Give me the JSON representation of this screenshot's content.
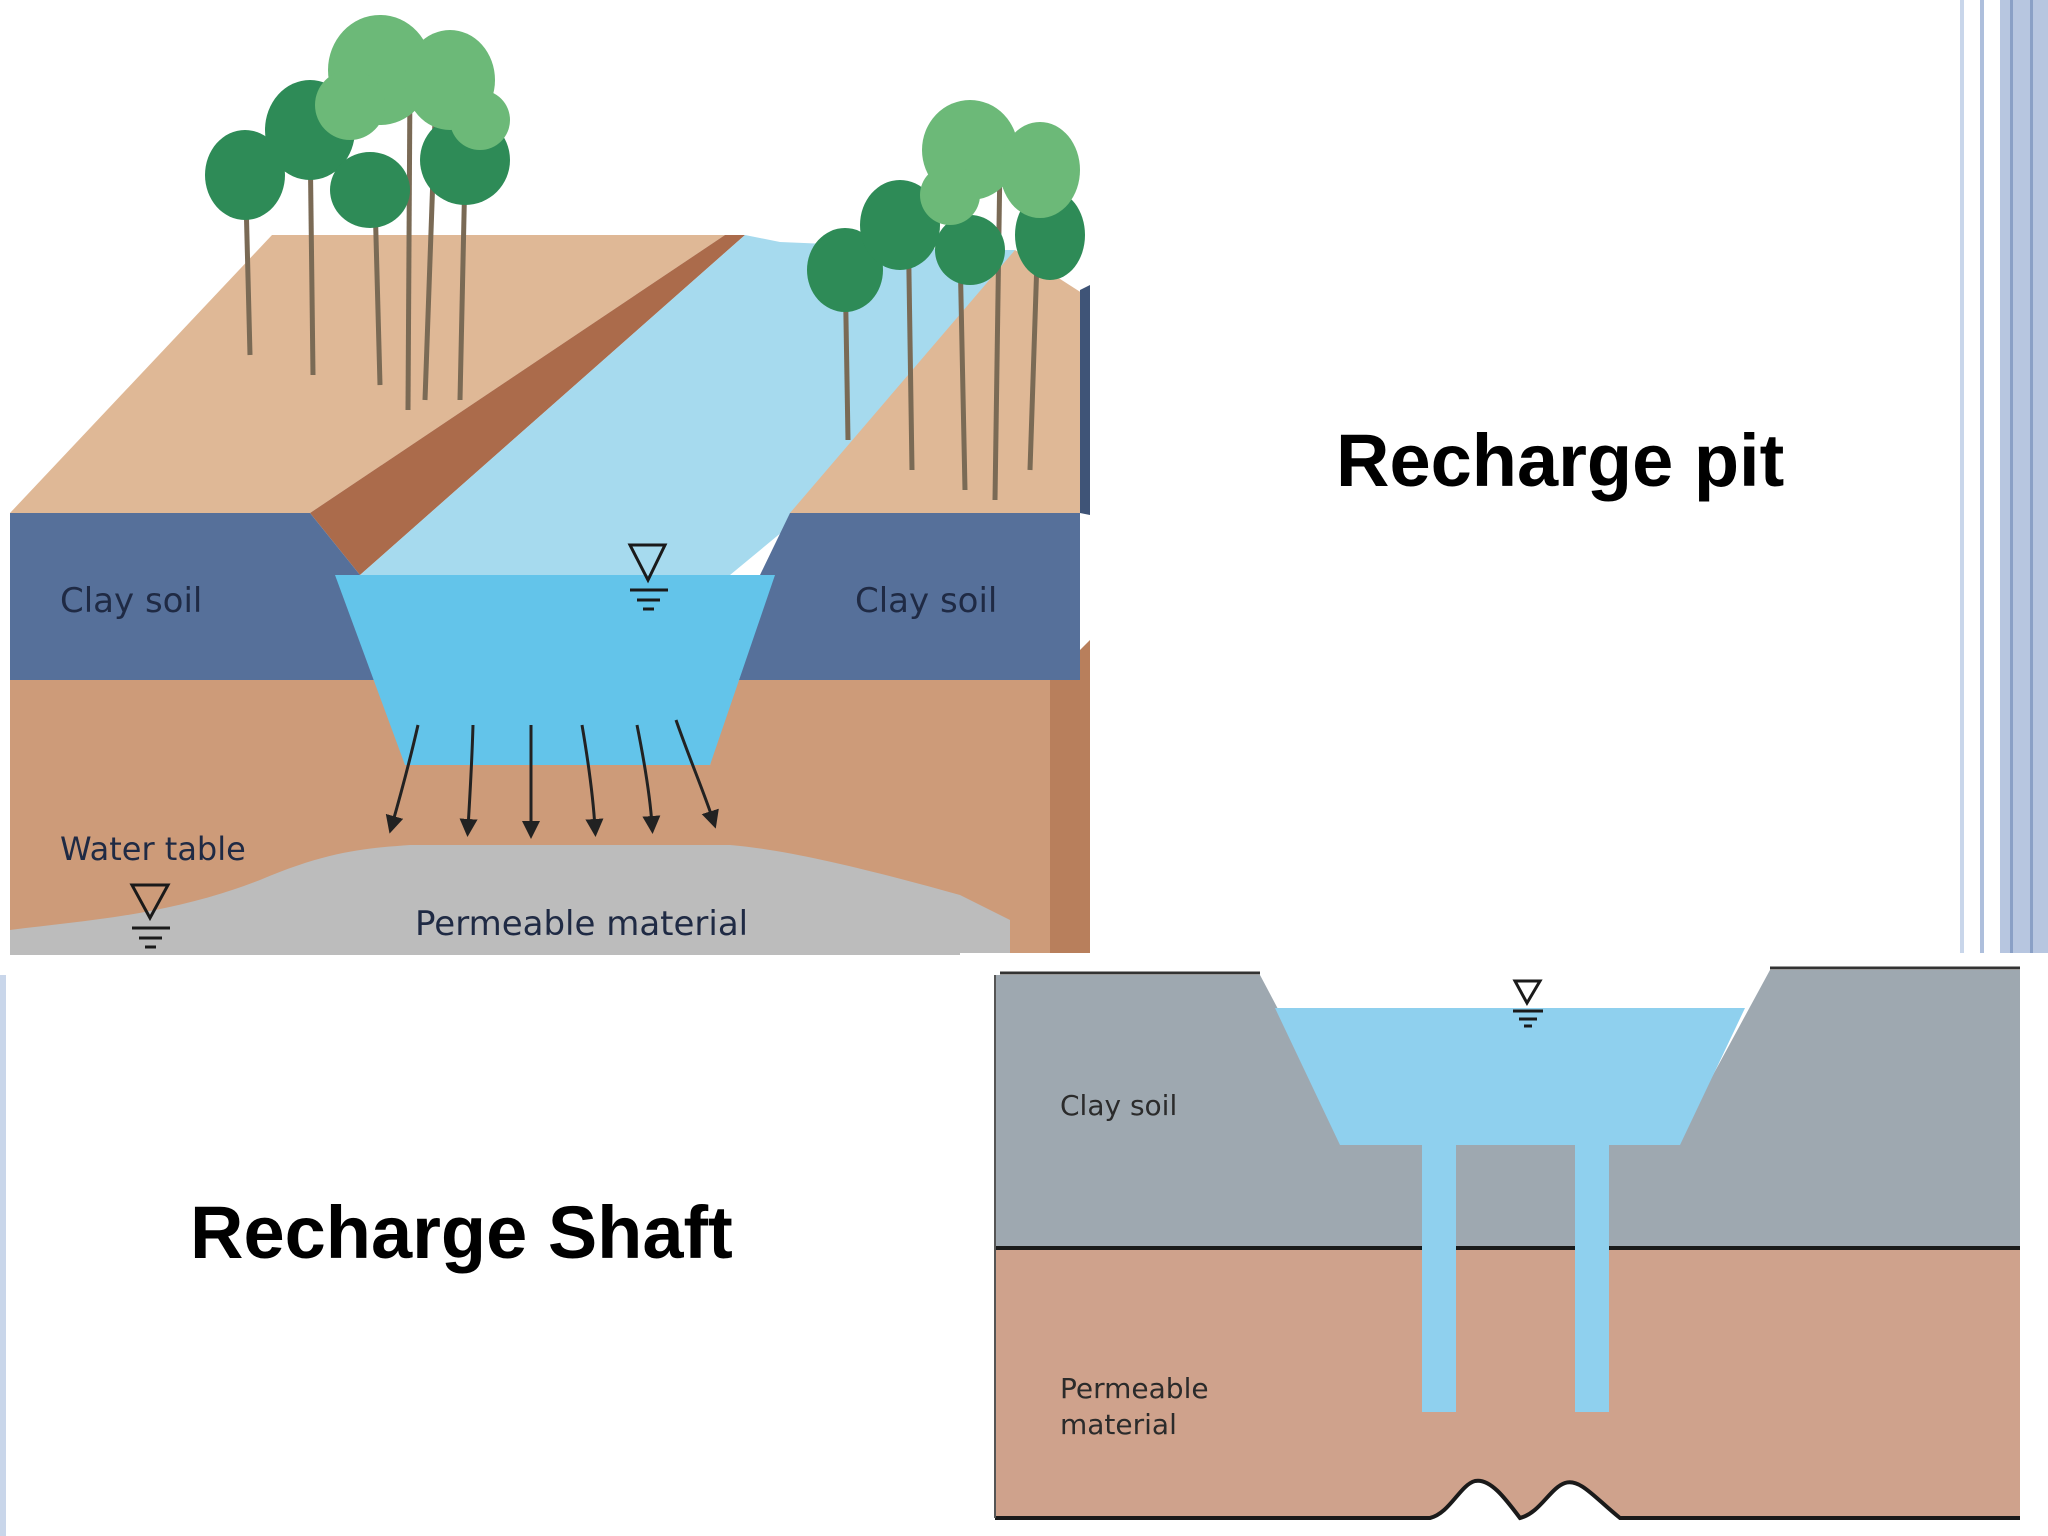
{
  "slide": {
    "title_pit": "Recharge pit",
    "title_shaft": "Recharge Shaft"
  },
  "pit_diagram": {
    "label_clay_left": "Clay soil",
    "label_clay_right": "Clay soil",
    "label_water_table": "Water table",
    "label_permeable": "Permeable material"
  },
  "shaft_diagram": {
    "label_clay": "Clay soil",
    "label_permeable_line1": "Permeable",
    "label_permeable_line2": "material"
  },
  "colors": {
    "top_surface": "#dfb896",
    "clay_layer": "#56709a",
    "soil_layer": "#cd9b79",
    "permeable_gray": "#bcbcbc",
    "water_surface": "#a6daee",
    "water": "#63c4ea",
    "shaft_clay": "#9ea8b0",
    "shaft_soil": "#cfa28c",
    "trees": "#2e8b57",
    "frame_accent": "#b9c8e2"
  }
}
